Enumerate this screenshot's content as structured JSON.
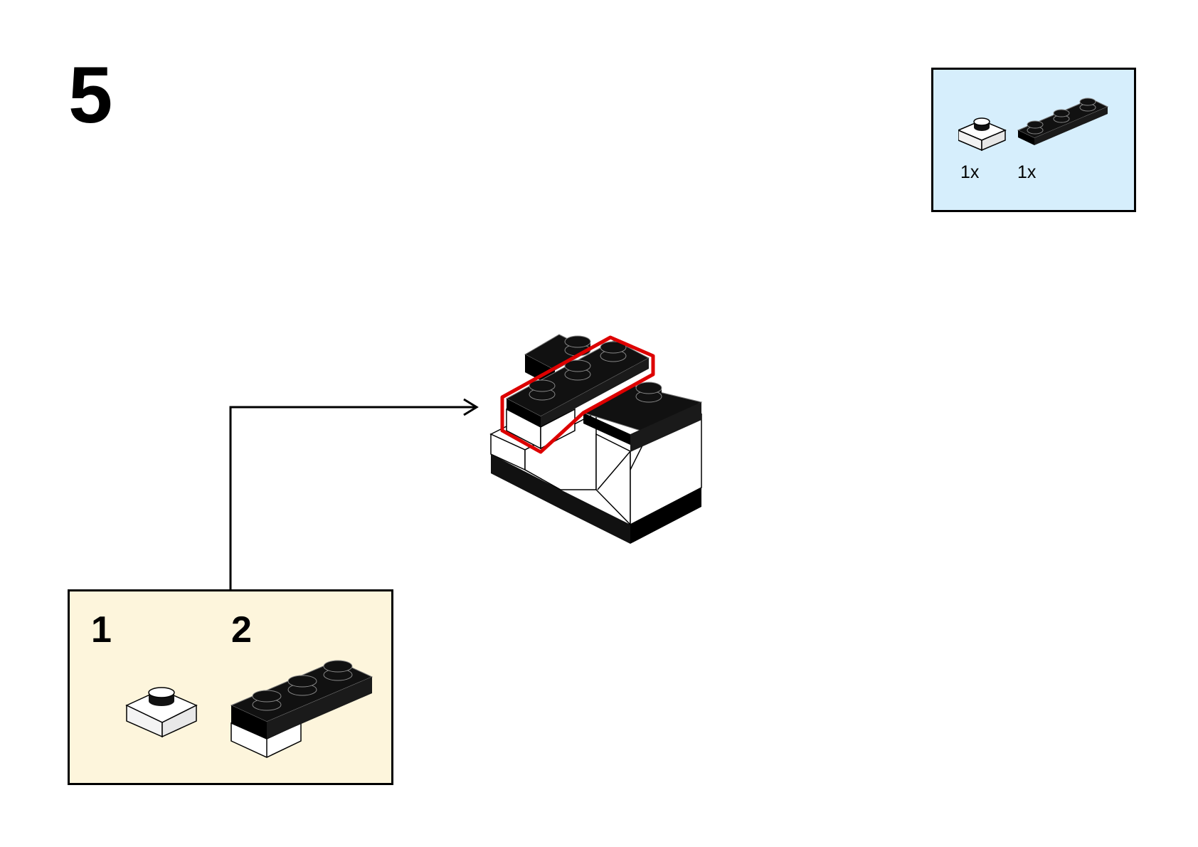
{
  "step": {
    "number": "5"
  },
  "parts_list": {
    "background": "#d6eefc",
    "items": [
      {
        "name": "white-1x1-plate",
        "color": "#ffffff",
        "quantity": "1x"
      },
      {
        "name": "black-1x3-plate",
        "color": "#111111",
        "quantity": "1x"
      }
    ]
  },
  "sub_assembly": {
    "background": "#fdf5dc",
    "substeps": [
      {
        "number": "1"
      },
      {
        "number": "2"
      }
    ]
  },
  "highlight": {
    "color": "#dd0000"
  },
  "colors": {
    "brick_black": "#111111",
    "brick_white": "#ffffff",
    "stroke": "#000000"
  }
}
